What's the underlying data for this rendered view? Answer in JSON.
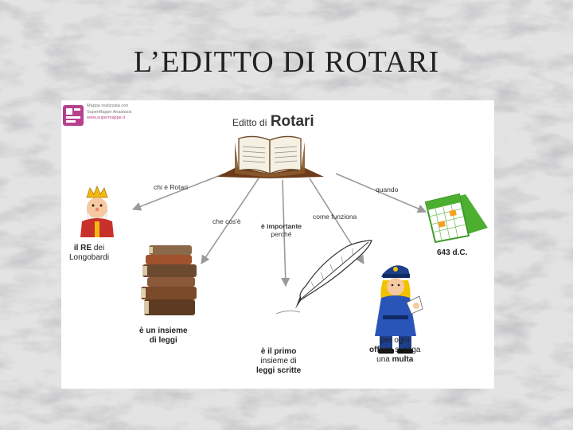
{
  "slide": {
    "title": "L’EDITTO DI ROTARI"
  },
  "watermark": {
    "line1": "Mappa realizzata con",
    "line2": "SuperMappe Anastasis",
    "line3": "www.supermappe.it"
  },
  "map": {
    "title_prefix": "Editto di",
    "title_main": "Rotari",
    "links": {
      "who": "chi è Rotari",
      "what": "che cos'è",
      "important_bold": "è importante",
      "important_rest": "perché",
      "how": "come funziona",
      "when": "quando"
    },
    "nodes": {
      "king": {
        "line1_bold": "il RE",
        "line1_rest": " dei",
        "line2": "Longobardi"
      },
      "laws": {
        "line1": "è un insieme",
        "line2": "di leggi"
      },
      "written": {
        "line1_bold": "è il primo",
        "line2": "insieme di",
        "line3": "leggi scritte"
      },
      "fine": {
        "line1": "per ogni",
        "line2_bold": "offesa",
        "line2_rest": " si paga",
        "line3_rest": "una ",
        "line3_bold": "multa"
      },
      "date": {
        "text": "643 d.C."
      }
    }
  },
  "icons": [
    "marble-background",
    "supermappe-logo",
    "open-book-icon",
    "king-icon",
    "books-stack-icon",
    "quill-pen-icon",
    "policeman-icon",
    "calendar-icon"
  ]
}
